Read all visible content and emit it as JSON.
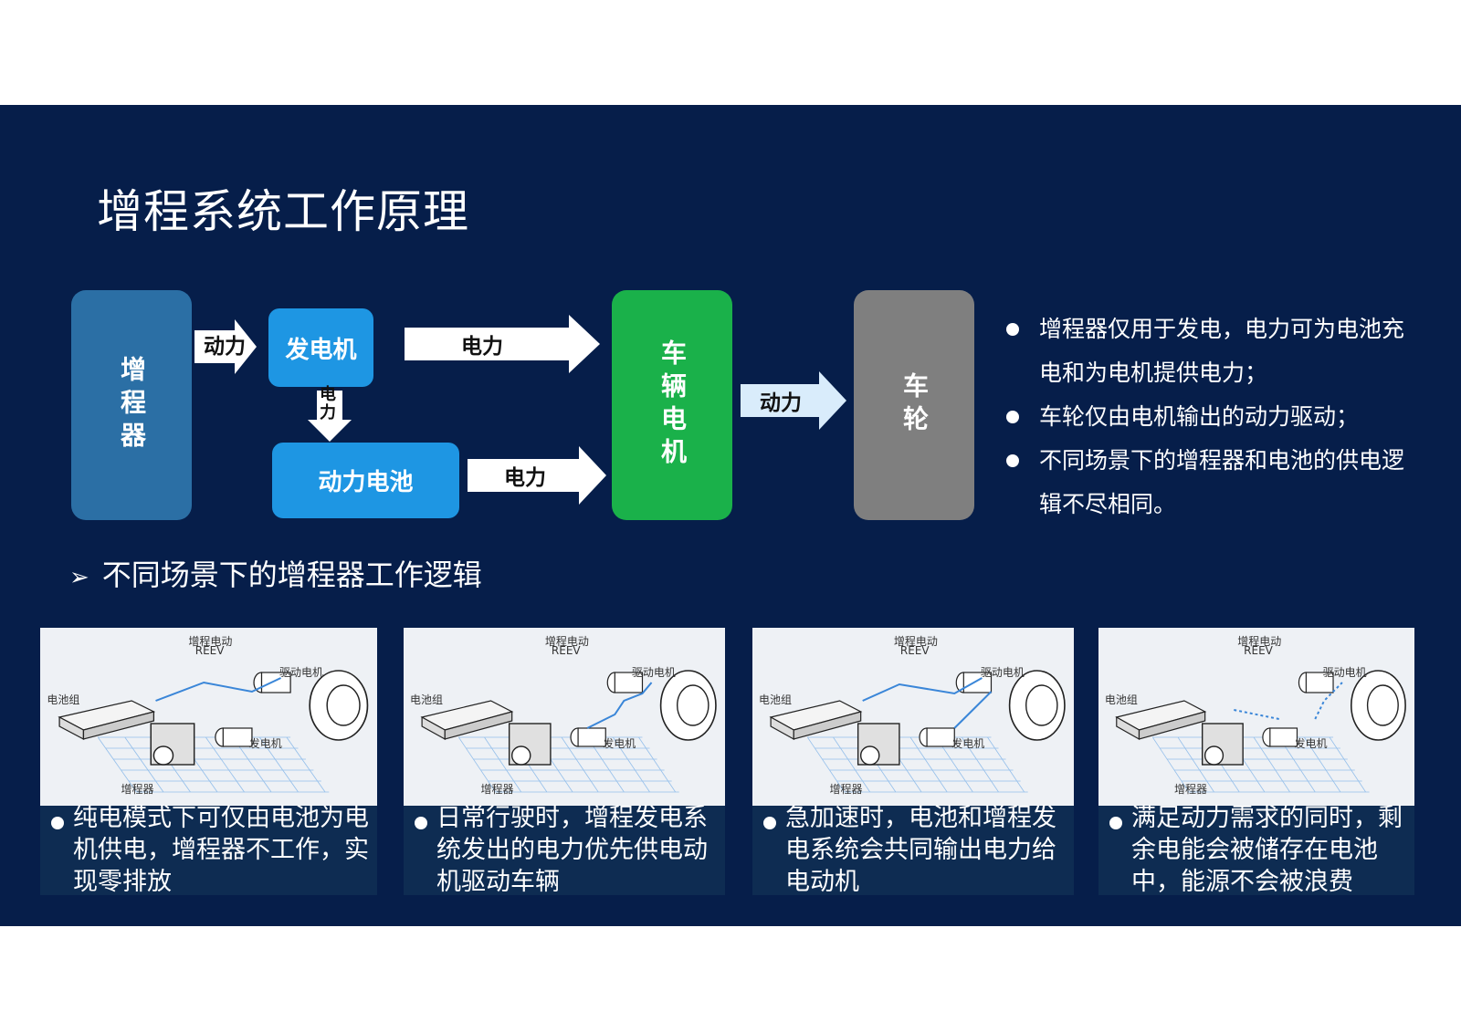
{
  "title": "增程系统工作原理",
  "diagram": {
    "range_extender": "增程器",
    "generator": "发电机",
    "battery": "动力电池",
    "vehicle_motor": "车辆电机",
    "wheel": "车轮",
    "arrow_power_1": "动力",
    "arrow_electric_1": "电力",
    "arrow_electric_down": "电力",
    "arrow_electric_2": "电力",
    "arrow_power_2": "动力"
  },
  "bullets": [
    "增程器仅用于发电，电力可为电池充电和为电机提供电力；",
    "车轮仅由电机输出的动力驱动；",
    "不同场景下的增程器和电池的供电逻辑不尽相同。"
  ],
  "subheading": "不同场景下的增程器工作逻辑",
  "panels": [
    {
      "caption": "纯电模式下可仅由电池为电机供电，增程器不工作，实现零排放"
    },
    {
      "caption": "日常行驶时，增程发电系统发出的电力优先供电动机驱动车辆"
    },
    {
      "caption": "急加速时，电池和增程发电系统会共同输出电力给电动机"
    },
    {
      "caption": "满足动力需求的同时，剩余电能会被储存在电池中，能源不会被浪费"
    }
  ],
  "panel_labels": {
    "top_cn": "增程电动",
    "top_en": "REEV",
    "motor": "驱动电机",
    "battery": "电池组",
    "generator": "发电机",
    "extender": "增程器"
  },
  "colors": {
    "background": "#061e4a",
    "extender_block": "#2b6fa5",
    "blue_block": "#1e96e3",
    "motor_block": "#1ab14a",
    "wheel_block": "#7f7f7f",
    "flow_line": "#3a86d8"
  }
}
